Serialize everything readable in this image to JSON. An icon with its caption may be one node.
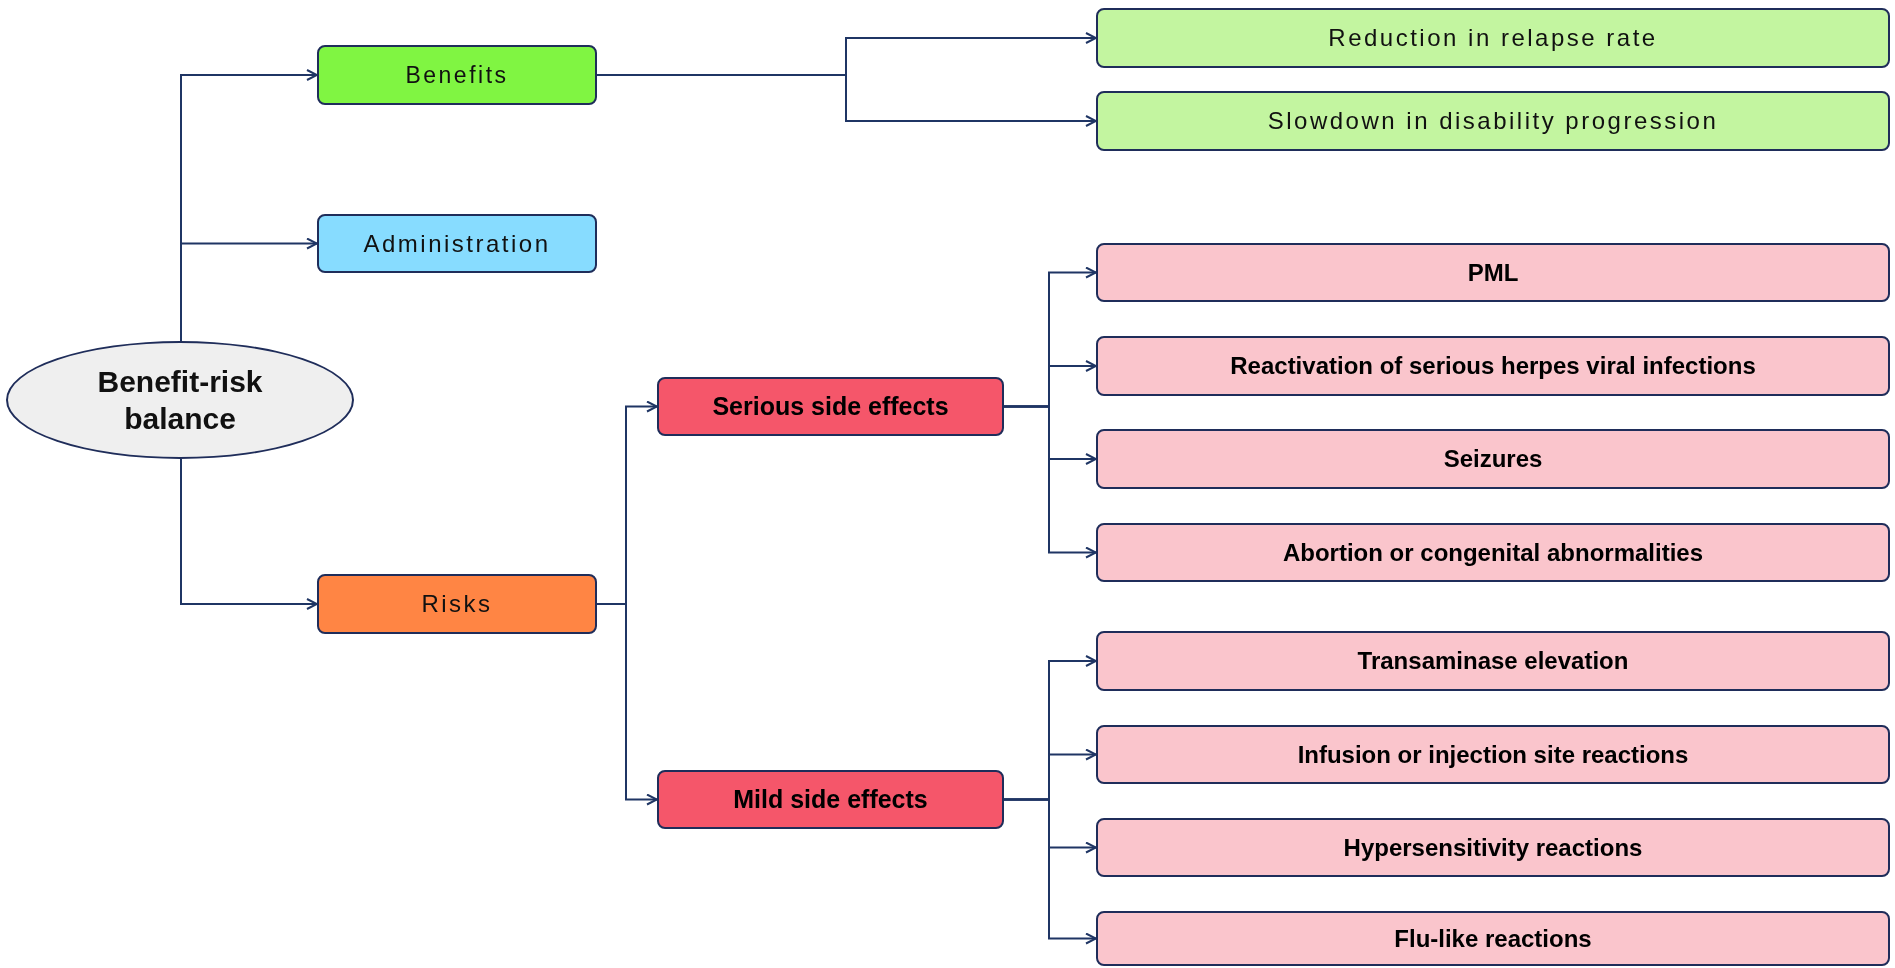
{
  "diagram": {
    "nodes": [
      {
        "text": [
          "Benefit-risk balance"
        ]
      },
      {
        "text": [
          "Benefits"
        ]
      },
      {
        "text": [
          "Reduction in relapse rate"
        ]
      },
      {
        "text": [
          "Slowdown in disability progression"
        ]
      },
      {
        "text": [
          "Administration"
        ]
      },
      {
        "text": [
          "Risks"
        ]
      },
      {
        "text": [
          "Serious side effects"
        ]
      },
      {
        "text": [
          "PML"
        ]
      },
      {
        "text": [
          "Reactivation of serious herpes viral infections"
        ]
      },
      {
        "text": [
          "Seizures"
        ]
      },
      {
        "text": [
          "Abortion or congenital abnormalities"
        ]
      },
      {
        "text": [
          "Mild side effects"
        ]
      },
      {
        "text": [
          "Transaminase elevation"
        ]
      },
      {
        "text": [
          "Infusion or injection site reactions"
        ]
      },
      {
        "text": [
          "Hypersensitivity reactions"
        ]
      },
      {
        "text": [
          "Flu-like reactions"
        ]
      }
    ],
    "edges": [
      {
        "from": 0,
        "to": 1,
        "arrow": "to"
      },
      {
        "from": 0,
        "to": 4,
        "arrow": "to"
      },
      {
        "from": 0,
        "to": 5,
        "arrow": "to"
      },
      {
        "from": 1,
        "to": 2,
        "arrow": "to"
      },
      {
        "from": 1,
        "to": 3,
        "arrow": "to"
      },
      {
        "from": 5,
        "to": 6,
        "arrow": "to"
      },
      {
        "from": 5,
        "to": 11,
        "arrow": "to"
      },
      {
        "from": 6,
        "to": 7,
        "arrow": "to"
      },
      {
        "from": 6,
        "to": 8,
        "arrow": "to"
      },
      {
        "from": 6,
        "to": 9,
        "arrow": "to"
      },
      {
        "from": 6,
        "to": 10,
        "arrow": "to"
      },
      {
        "from": 11,
        "to": 12,
        "arrow": "to"
      },
      {
        "from": 11,
        "to": 13,
        "arrow": "to"
      },
      {
        "from": 11,
        "to": 14,
        "arrow": "to"
      },
      {
        "from": 11,
        "to": 15,
        "arrow": "to"
      }
    ]
  }
}
